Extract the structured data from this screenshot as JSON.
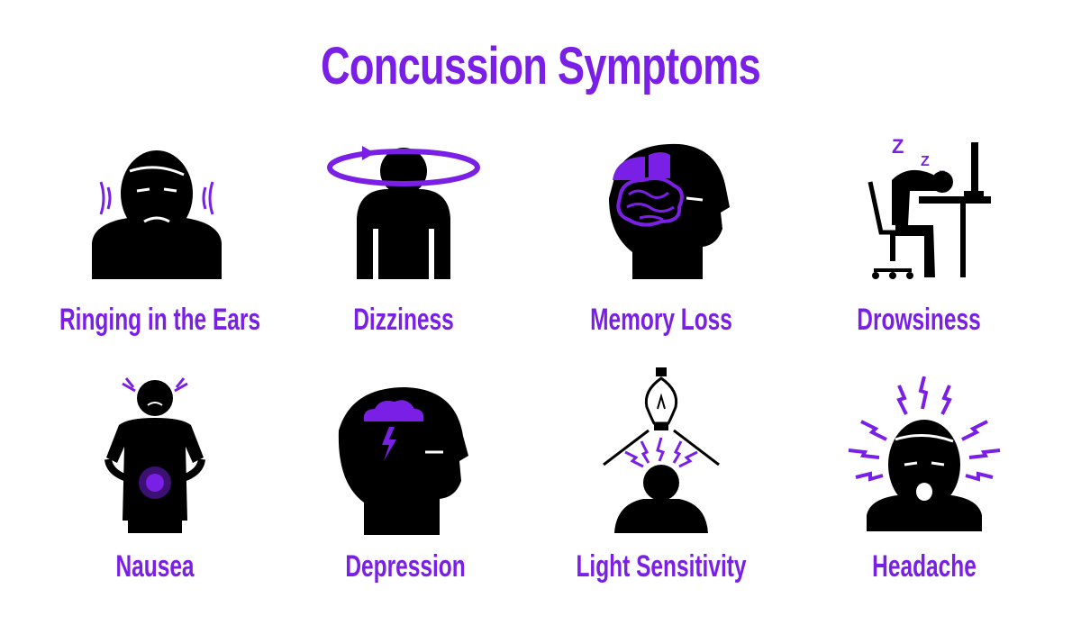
{
  "title": "Concussion Symptoms",
  "colors": {
    "accent": "#7a1fe6",
    "icon": "#000000",
    "background": "#ffffff"
  },
  "symptoms": [
    {
      "label": "Ringing in the Ears",
      "icon": "ear-ringing-icon"
    },
    {
      "label": "Dizziness",
      "icon": "dizziness-icon"
    },
    {
      "label": "Memory Loss",
      "icon": "memory-loss-icon"
    },
    {
      "label": "Drowsiness",
      "icon": "drowsiness-icon"
    },
    {
      "label": "Nausea",
      "icon": "nausea-icon"
    },
    {
      "label": "Depression",
      "icon": "depression-icon"
    },
    {
      "label": "Light Sensitivity",
      "icon": "light-sensitivity-icon"
    },
    {
      "label": "Headache",
      "icon": "headache-icon"
    }
  ]
}
